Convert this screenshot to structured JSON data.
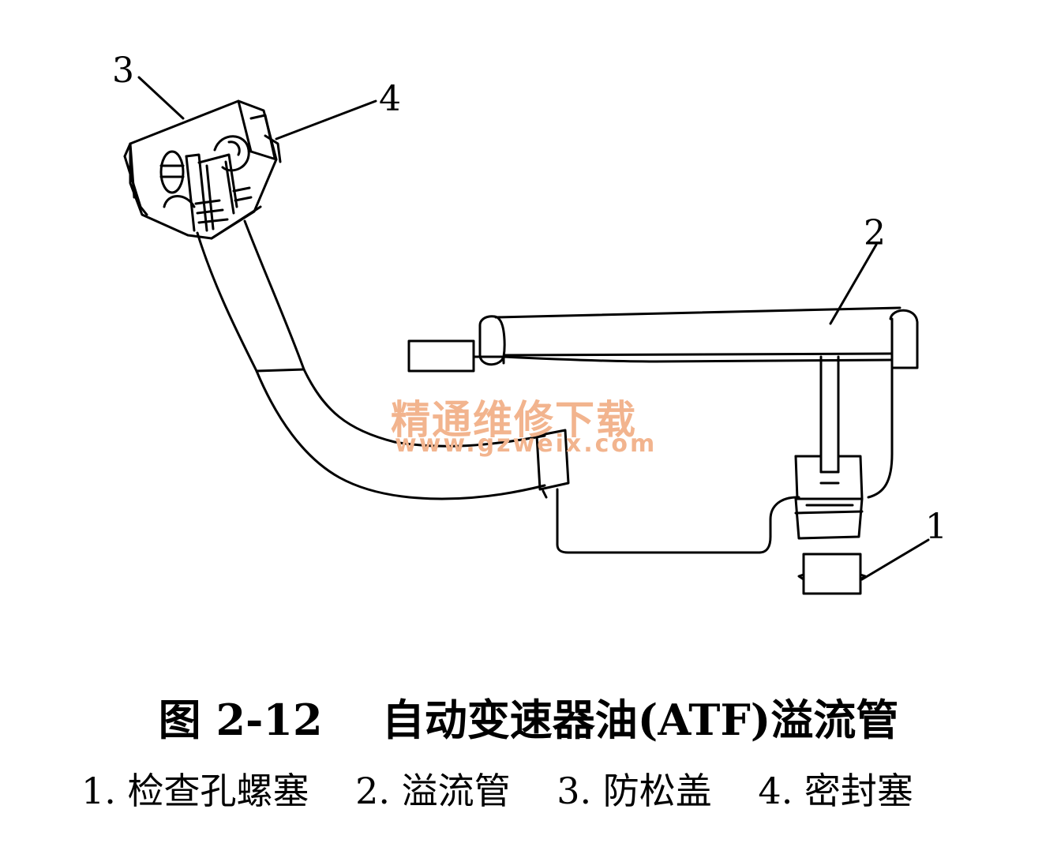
{
  "callouts": {
    "c1": "1",
    "c2": "2",
    "c3": "3",
    "c4": "4"
  },
  "watermark": {
    "text": "精通维修下载",
    "url": "www.gzweix.com",
    "color": "#f2b48e"
  },
  "caption": {
    "figure_no": "图 2-12",
    "title": "自动变速器油(ATF)溢流管"
  },
  "legend": [
    {
      "label": "1. 检查孔螺塞"
    },
    {
      "label": "2. 溢流管"
    },
    {
      "label": "3. 防松盖"
    },
    {
      "label": "4. 密封塞"
    }
  ]
}
